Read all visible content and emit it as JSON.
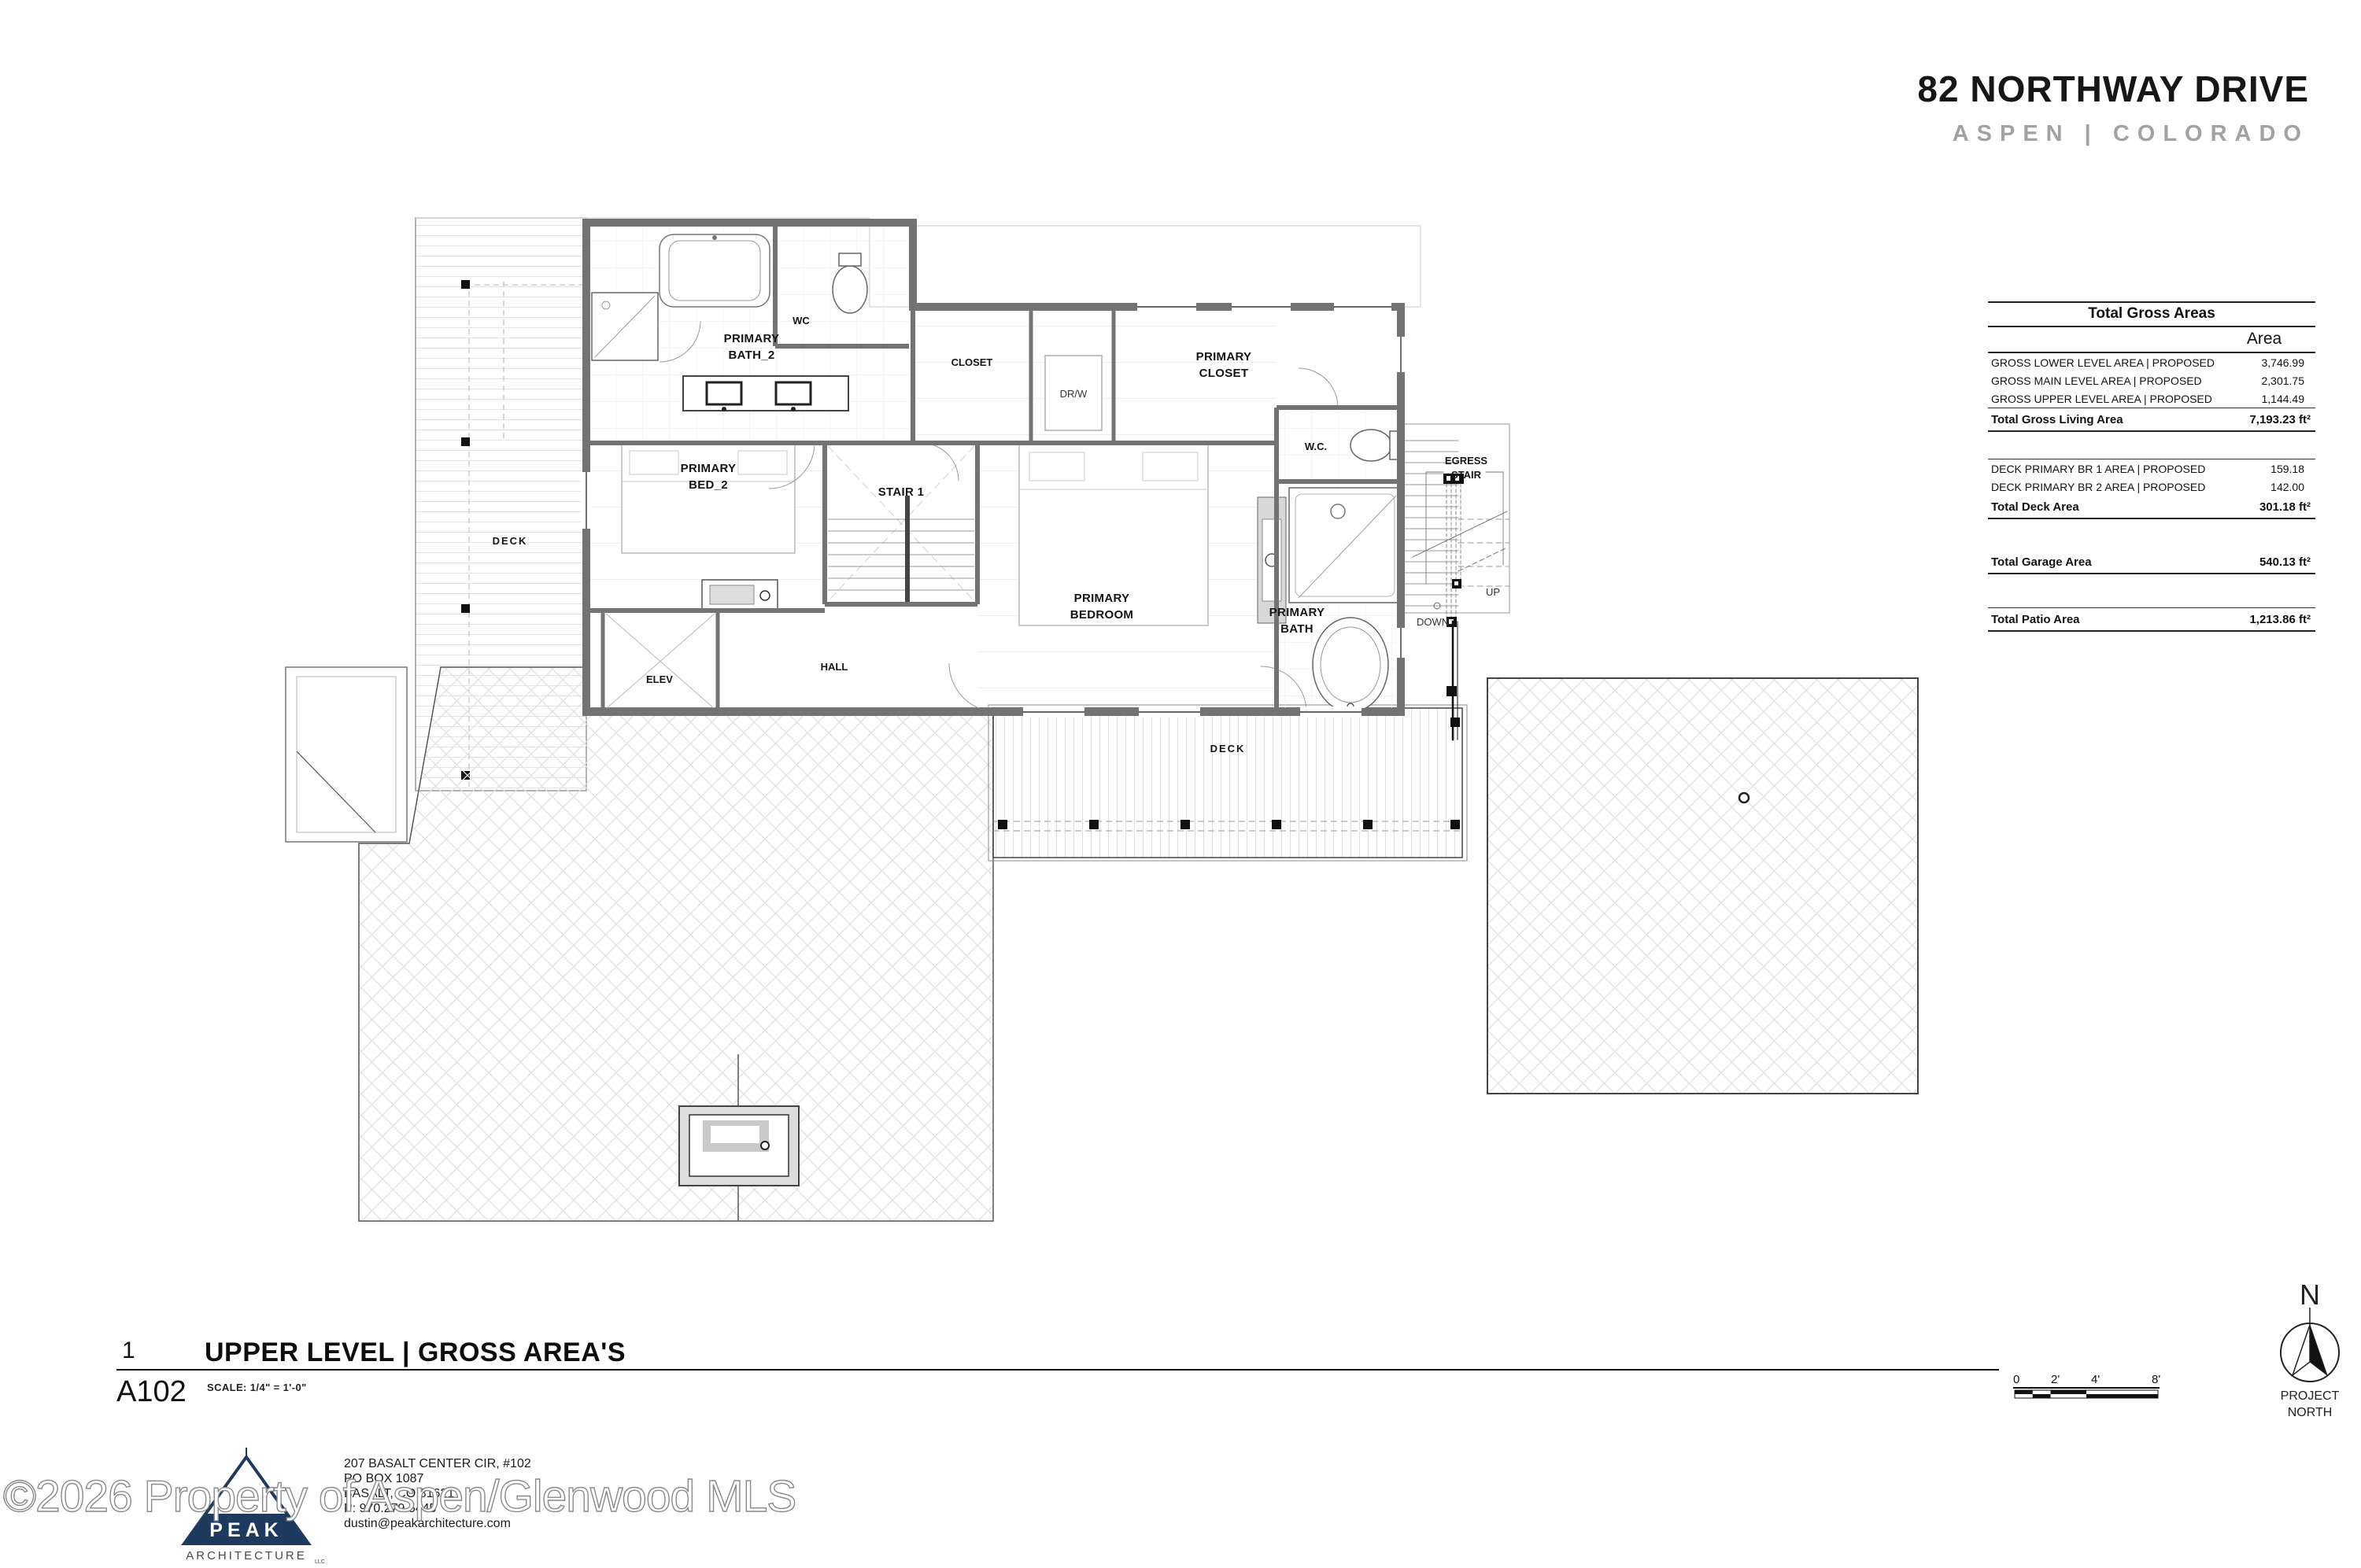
{
  "header": {
    "address": "82 NORTHWAY DRIVE",
    "location": "ASPEN | COLORADO"
  },
  "areas_table": {
    "title": "Total Gross Areas",
    "column_header": "Area",
    "gross_rows": [
      {
        "label": "GROSS LOWER LEVEL AREA | PROPOSED",
        "value": "3,746.99"
      },
      {
        "label": "GROSS MAIN LEVEL AREA | PROPOSED",
        "value": "2,301.75"
      },
      {
        "label": "GROSS UPPER LEVEL AREA | PROPOSED",
        "value": "1,144.49"
      }
    ],
    "total_living": {
      "label": "Total Gross Living Area",
      "value": "7,193.23 ft²"
    },
    "deck_rows": [
      {
        "label": "DECK PRIMARY BR 1 AREA | PROPOSED",
        "value": "159.18"
      },
      {
        "label": "DECK PRIMARY BR 2 AREA | PROPOSED",
        "value": "142.00"
      }
    ],
    "total_deck": {
      "label": "Total Deck Area",
      "value": "301.18 ft²"
    },
    "total_garage": {
      "label": "Total Garage Area",
      "value": "540.13 ft²"
    },
    "total_patio": {
      "label": "Total Patio Area",
      "value": "1,213.86 ft²"
    }
  },
  "plan": {
    "wc_top": "WC",
    "primary_bath2_l1": "PRIMARY",
    "primary_bath2_l2": "BATH_2",
    "closet": "CLOSET",
    "drw": "DR/W",
    "primary_closet_l1": "PRIMARY",
    "primary_closet_l2": "CLOSET",
    "primary_bed2_l1": "PRIMARY",
    "primary_bed2_l2": "BED_2",
    "stair1": "STAIR 1",
    "wc_bath": "W.C.",
    "egress_l1": "EGRESS",
    "egress_l2": "STAIR",
    "primary_bedroom_l1": "PRIMARY",
    "primary_bedroom_l2": "BEDROOM",
    "primary_bath_l1": "PRIMARY",
    "primary_bath_l2": "BATH",
    "elev": "ELEV",
    "hall": "HALL",
    "deck_left": "DECK",
    "deck_bottom": "DECK",
    "up": "UP",
    "down": "DOWN"
  },
  "titleblock": {
    "number": "1",
    "sheet": "A102",
    "title": "UPPER LEVEL | GROSS AREA'S",
    "scale": "SCALE: 1/4\"   =    1'-0\""
  },
  "scalebar": {
    "t0": "0",
    "t2": "2'",
    "t4": "4'",
    "t8": "8'"
  },
  "north": {
    "n": "N",
    "label1": "PROJECT",
    "label2": "NORTH"
  },
  "firm": {
    "name": "PEAK",
    "subname": "ARCHITECTURE",
    "llc": "LLC",
    "address1": "207 BASALT CENTER CIR, #102",
    "address2": "PO BOX 1087",
    "address3": "BASALT, CO 81621",
    "address4": "P: 970.279.5445",
    "email": "dustin@peakarchitecture.com"
  },
  "watermark": "©2026 Property of Aspen/Glenwood MLS",
  "colors": {
    "wall_gray": "#737373",
    "navy": "#1e3a5e",
    "subtitle_gray": "#a2a2a2",
    "lattice": "#e2e2e2"
  }
}
